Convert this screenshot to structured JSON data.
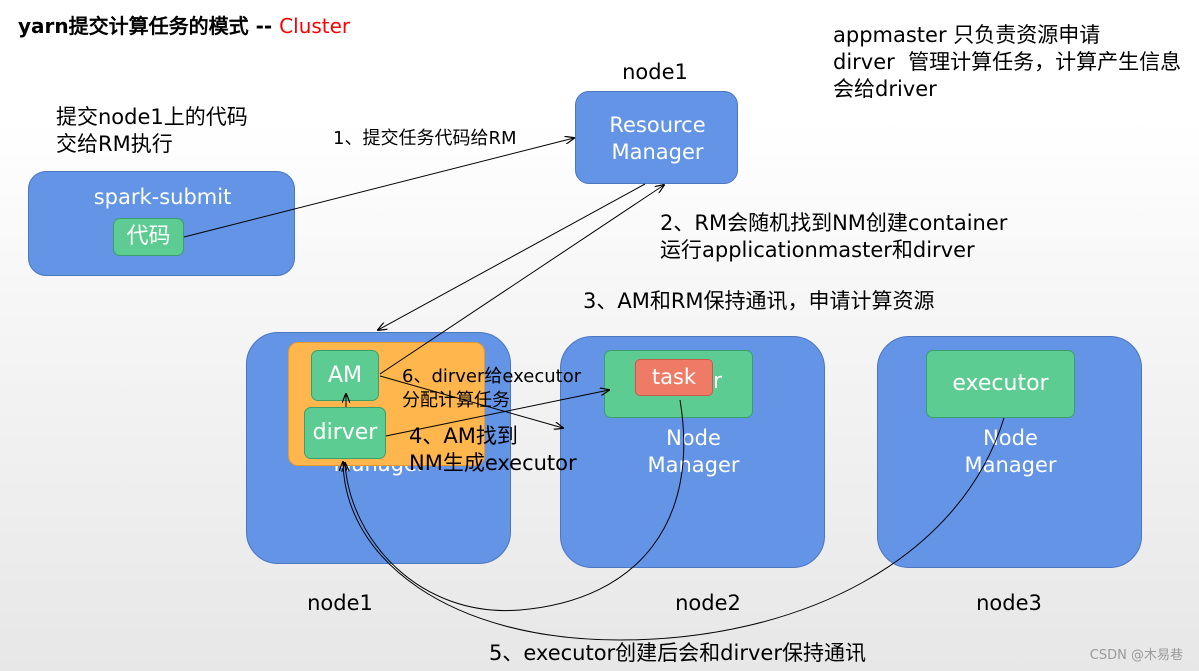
{
  "title": {
    "main": "yarn提交计算任务的模式 -- ",
    "mode": "Cluster"
  },
  "note": "appmaster 只负责资源申请\ndirver  管理计算任务，计算产生信息\n会给driver",
  "submit_note": "提交node1上的代码\n交给RM执行",
  "resource_manager": {
    "node": "node1",
    "label": "Resource\nManager"
  },
  "spark_submit": {
    "label": "spark-submit",
    "code": "代码"
  },
  "nodes": {
    "node1": {
      "label": "node1",
      "nm": "Manager",
      "am": "AM",
      "driver": "dirver"
    },
    "node2": {
      "label": "node2",
      "nm": "Node\nManager",
      "container_tail": "r",
      "task": "task"
    },
    "node3": {
      "label": "node3",
      "nm": "Node\nManager",
      "executor": "executor"
    }
  },
  "steps": {
    "s1": "1、提交任务代码给RM",
    "s2": "2、RM会随机找到NM创建container\n运行applicationmaster和dirver",
    "s3": "3、AM和RM保持通讯，申请计算资源",
    "s4": "4、AM找到\nNM生成executor",
    "s5": "5、executor创建后会和dirver保持通讯",
    "s6": "6、dirver给executor\n分配计算任务"
  },
  "watermark": "CSDN @木易巷"
}
